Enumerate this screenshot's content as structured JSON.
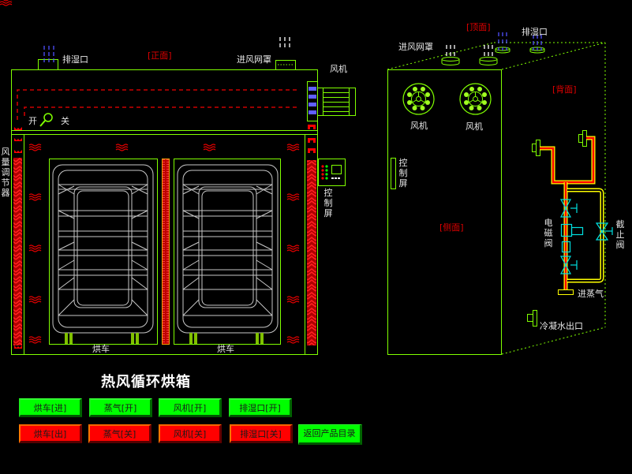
{
  "app": {
    "title": "热风循环烘箱"
  },
  "colors": {
    "outline": "#80ff00",
    "heat": "#ff0000",
    "accent_red_text": "#e00000",
    "btn_on": "#00ff00",
    "btn_off": "#ff0000",
    "fan_blue": "#6060ff",
    "valve_cyan": "#00e0e0",
    "pipe_yellow": "#ffff00"
  },
  "front_view": {
    "view_label": "[正面]",
    "exhaust_port": "排湿口",
    "air_inlet_cover": "进风网罩",
    "fan": "风机",
    "switch_on": "开",
    "switch_off": "关",
    "airflow_regulator": "风量调节器",
    "control_screen": "控制屏",
    "cart_left": "烘车",
    "cart_right": "烘车"
  },
  "side_view": {
    "top_label": "[顶面]",
    "back_label": "[背面]",
    "side_label": "[侧面]",
    "air_inlet_cover": "进风网罩",
    "exhaust_port": "排湿口",
    "fan_left": "风机",
    "fan_right": "风机",
    "control_screen": "控制屏",
    "solenoid_valve": "电磁阀",
    "stop_valve": "截止阀",
    "steam_inlet": "进蒸气",
    "condensate_outlet": "冷凝水出口"
  },
  "controls": {
    "on_buttons": [
      {
        "id": "cart-in",
        "label": "烘车[进]"
      },
      {
        "id": "steam-on",
        "label": "蒸气[开]"
      },
      {
        "id": "fan-on",
        "label": "风机[开]"
      },
      {
        "id": "exhaust-on",
        "label": "排湿口[开]"
      }
    ],
    "off_buttons": [
      {
        "id": "cart-out",
        "label": "烘车[出]"
      },
      {
        "id": "steam-off",
        "label": "蒸气[关]"
      },
      {
        "id": "fan-off",
        "label": "风机[关]"
      },
      {
        "id": "exhaust-off",
        "label": "排湿口[关]"
      }
    ],
    "back_button": "返回产品目录"
  }
}
